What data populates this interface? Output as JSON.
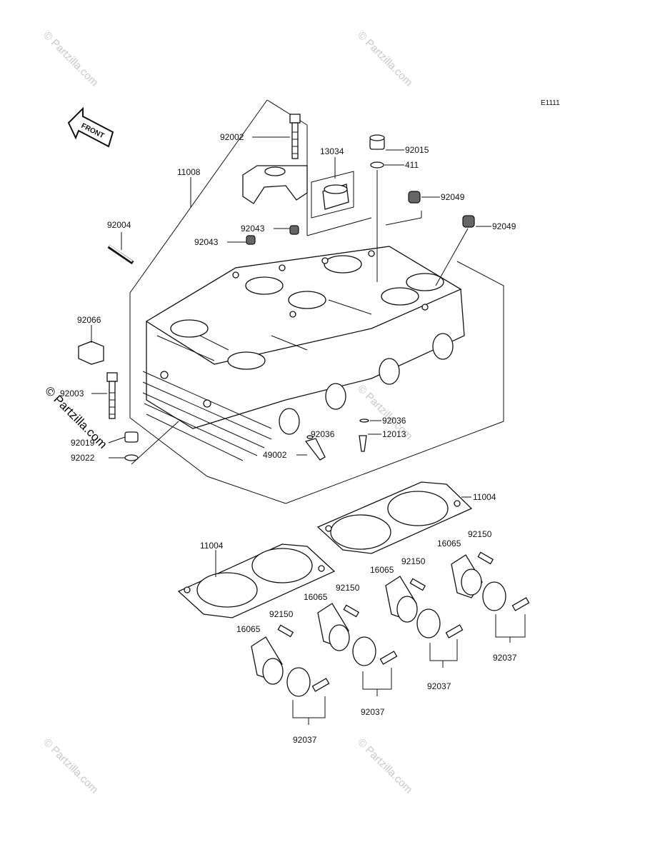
{
  "diagram_code": "E1111",
  "front_label": "FRONT",
  "watermark": "© Partzilla.com",
  "parts": {
    "p11008": "11008",
    "p92002": "92002",
    "p13034": "13034",
    "p92015": "92015",
    "p411": "411",
    "p92049a": "92049",
    "p92049b": "92049",
    "p92004": "92004",
    "p92043a": "92043",
    "p92043b": "92043",
    "p92066": "92066",
    "p92003": "92003",
    "p92019": "92019",
    "p92022": "92022",
    "p92036a": "92036",
    "p92036b": "92036",
    "p12013": "12013",
    "p49002": "49002",
    "p11004a": "11004",
    "p11004b": "11004",
    "p16065a": "16065",
    "p16065b": "16065",
    "p16065c": "16065",
    "p16065d": "16065",
    "p92150a": "92150",
    "p92150b": "92150",
    "p92150c": "92150",
    "p92150d": "92150",
    "p92037a": "92037",
    "p92037b": "92037",
    "p92037c": "92037",
    "p92037d": "92037"
  }
}
